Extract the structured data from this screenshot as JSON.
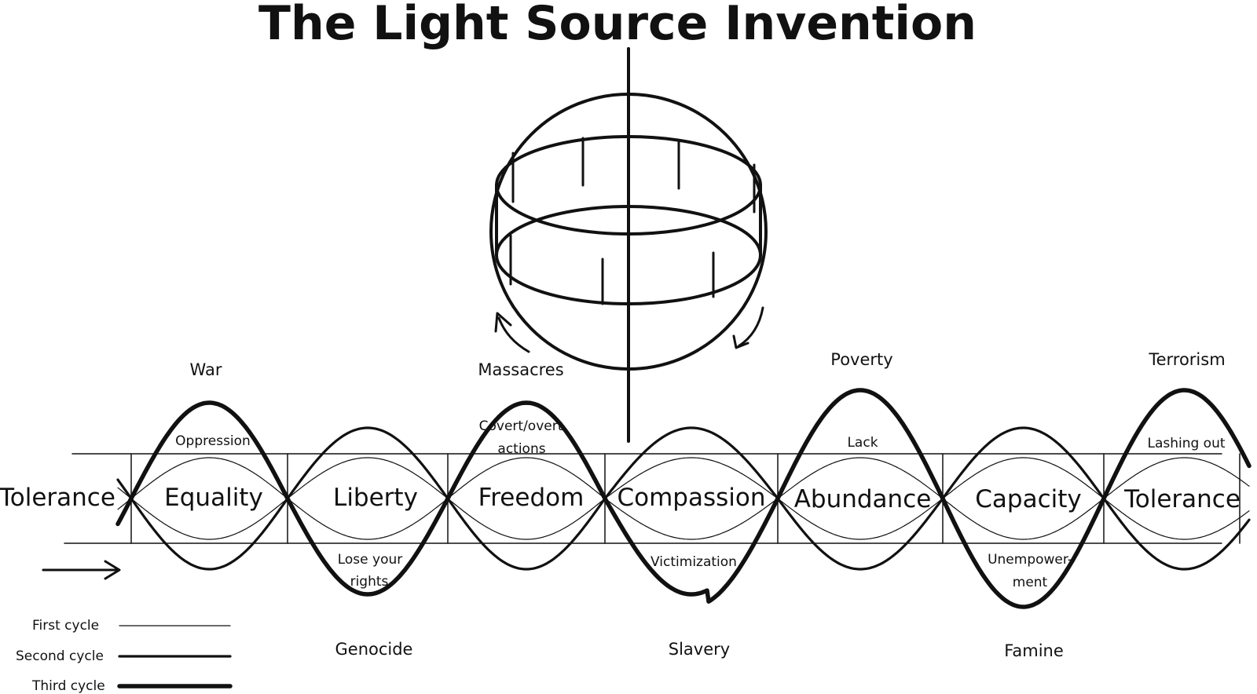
{
  "title": "The Light Source Invention",
  "virtues": [
    "Tolerance",
    "Equality",
    "Liberty",
    "Freedom",
    "Compassion",
    "Abundance",
    "Capacity",
    "Tolerance"
  ],
  "first_cycle_labels": {
    "top": [
      "Oppression",
      "Covert/overt",
      "actions",
      "Lack",
      "Lashing out"
    ],
    "bottom": [
      "Lose your",
      "rights",
      "Victimization",
      "Unempower-",
      "ment"
    ]
  },
  "extreme_labels": {
    "top": [
      "War",
      "Massacres",
      "Poverty",
      "Terrorism"
    ],
    "bottom": [
      "Genocide",
      "Slavery",
      "Famine"
    ]
  },
  "legend": [
    {
      "label": "First cycle",
      "weight": "thin"
    },
    {
      "label": "Second cycle",
      "weight": "medium"
    },
    {
      "label": "Third cycle",
      "weight": "thick"
    }
  ]
}
